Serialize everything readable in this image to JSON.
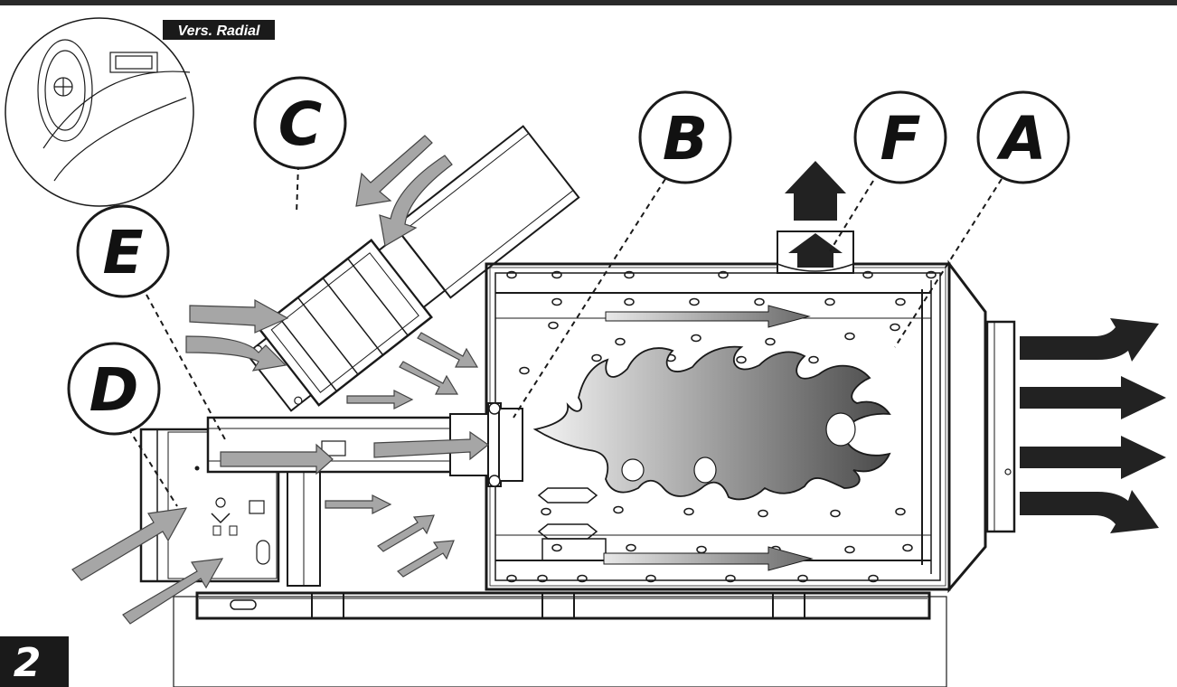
{
  "callouts": {
    "a": "A",
    "b": "B",
    "c": "C",
    "d": "D",
    "e": "E",
    "f": "F"
  },
  "inset": {
    "label": "Vers. Radial"
  },
  "figure": {
    "number": "2"
  },
  "colors": {
    "frame": "#1a1a1a",
    "flow_arrow": "#a6a6a6",
    "exhaust_arrow": "#222222",
    "flame_dark": "#555555",
    "flame_light": "#f2f2f2"
  }
}
